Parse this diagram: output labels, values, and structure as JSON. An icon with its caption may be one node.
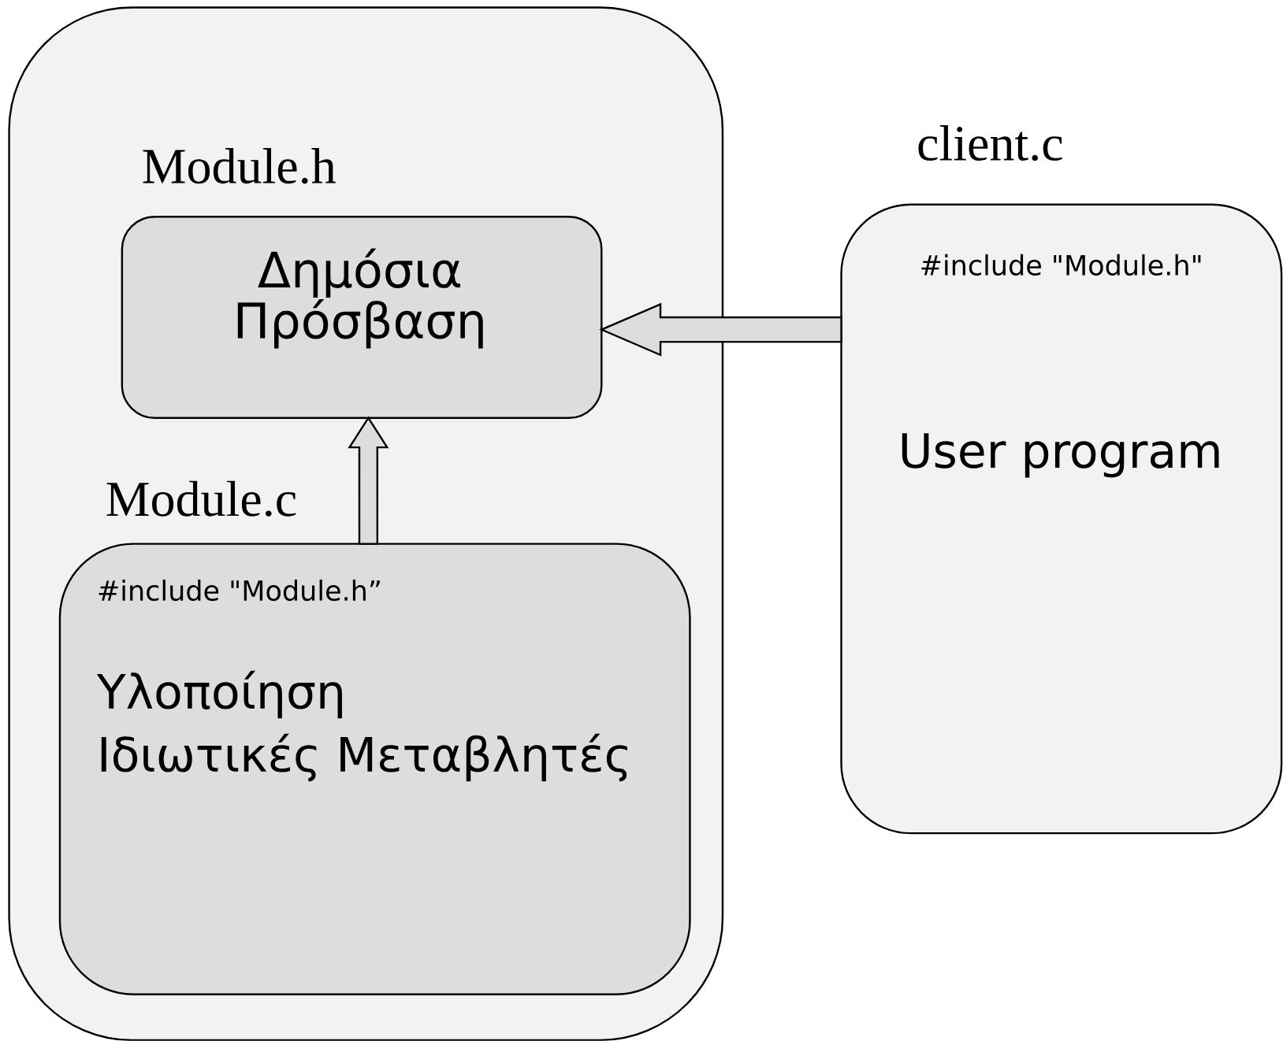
{
  "diagram": {
    "nodes": [
      {
        "text": [],
        "shape": "box"
      },
      {
        "text": [
          "Module.h",
          "Δημόσια Πρόσβαση"
        ],
        "in": 0
      },
      {
        "text": [
          "Module.c",
          "#include \"Module.h”",
          "Υλοποίηση Ιδιωτικές Μεταβλητές"
        ],
        "in": 0
      },
      {
        "text": [
          "client.c",
          "#include \"Module.h\"",
          "User program"
        ]
      }
    ],
    "edges": [
      {
        "from": 2,
        "to": 1,
        "arrow": "to"
      },
      {
        "from": 3,
        "to": 1,
        "arrow": "to"
      }
    ]
  }
}
